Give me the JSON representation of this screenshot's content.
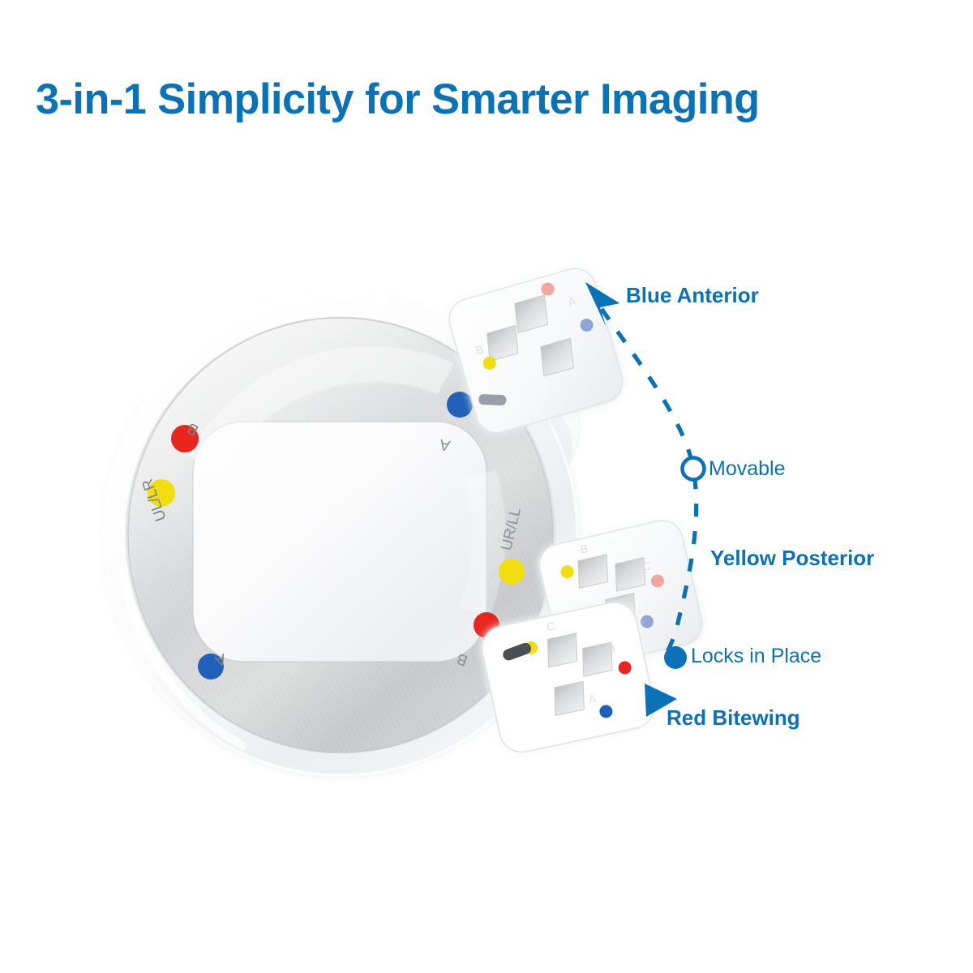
{
  "page": {
    "title": "3-in-1 Simplicity for Smarter Imaging",
    "background_color": "#ffffff",
    "brand_blue": "#0b72b8"
  },
  "legend": {
    "items": [
      {
        "key": "blue_anterior",
        "label": "Blue Anterior",
        "marker": "arrow-up-left-icon",
        "bold": true,
        "color": "#0b72b8"
      },
      {
        "key": "movable",
        "label": "Movable",
        "marker": "hollow-circle-icon",
        "bold": false,
        "color": "#0b72b8"
      },
      {
        "key": "yellow_posterior",
        "label": "Yellow Posterior",
        "marker": "none",
        "bold": true,
        "color": "#0b72b8"
      },
      {
        "key": "locks_in_place",
        "label": "Locks in Place",
        "marker": "filled-circle-icon",
        "bold": false,
        "color": "#0b72b8"
      },
      {
        "key": "red_bitewing",
        "label": "Red Bitewing",
        "marker": "arrow-right-icon",
        "bold": true,
        "color": "#0b72b8"
      }
    ],
    "connector": {
      "style": "dashed",
      "color": "#0b72b8"
    }
  },
  "device": {
    "name": "dental x-ray aiming ring with bite blocks",
    "ring": {
      "outer_shell_color": "#ffffff",
      "aiming_plate_color": "#c9cacb",
      "markings": [
        {
          "dot_color": "#e8251f",
          "dot_name": "red",
          "letter": "B",
          "position": "upper-left"
        },
        {
          "dot_color": "#f2dd11",
          "dot_name": "yellow",
          "letter": "UL/LR",
          "position": "left"
        },
        {
          "dot_color": "#2060b8",
          "dot_name": "blue",
          "letter": "A",
          "position": "lower-left"
        },
        {
          "dot_color": "#2060b8",
          "dot_name": "blue",
          "letter": "A",
          "position": "upper-right"
        },
        {
          "dot_color": "#f2dd11",
          "dot_name": "yellow",
          "letter": "UR/LL",
          "position": "right"
        },
        {
          "dot_color": "#e8251f",
          "dot_name": "red",
          "letter": "B",
          "position": "lower-right"
        }
      ]
    },
    "bite_blocks": [
      {
        "key": "anterior",
        "position": "top",
        "dots": [
          "#f2a6a0",
          "#f2dd11",
          "#8fa6d8"
        ],
        "slots": 3,
        "tab_color": "#9aa0a6"
      },
      {
        "key": "posterior",
        "position": "middle",
        "dots": [
          "#f2dd11",
          "#f2a6a0",
          "#8fa6d8"
        ],
        "slots": 3,
        "tab_color": "#9aa0a6"
      },
      {
        "key": "bitewing",
        "position": "bottom",
        "dots": [
          "#f2dd11",
          "#e8251f",
          "#2060b8"
        ],
        "slots": 3,
        "tab_color": "#4a4f55"
      }
    ]
  },
  "colors": {
    "red": "#e8251f",
    "yellow": "#f2dd11",
    "blue": "#2060b8",
    "brand_blue": "#0b72b8",
    "metal_light": "#eceded",
    "metal_mid": "#d2d4d5",
    "metal_dark": "#b8babc",
    "shell_white": "#ffffff",
    "shell_shadow": "#e3e5e7"
  }
}
